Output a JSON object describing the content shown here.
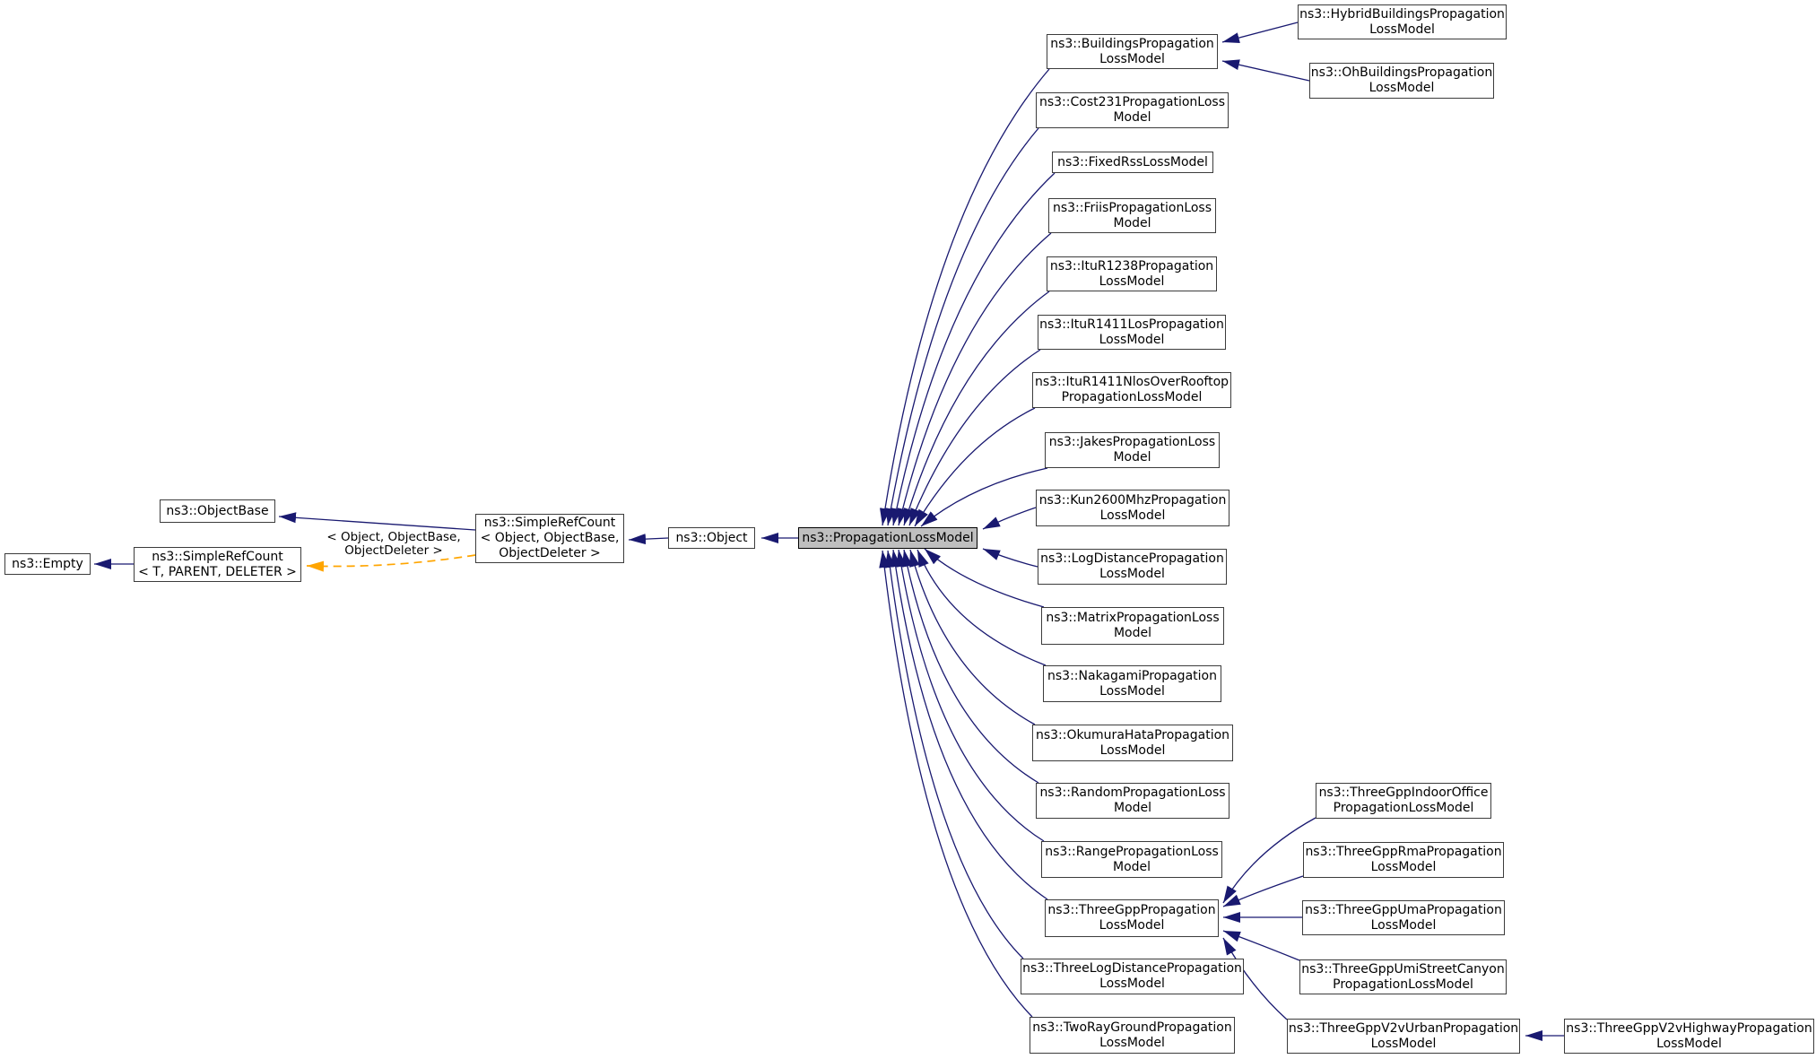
{
  "diagram": {
    "kind": "doxygen-inheritance-graph",
    "focus_class": "ns3::PropagationLossModel",
    "colors": {
      "inheritance_edge": "#191970",
      "template_edge": "#FFA500",
      "node_border": "#3c3c3c",
      "node_fill": "#ffffff",
      "focus_node_fill": "#bfbfbf",
      "text": "#000000",
      "background": "#ffffff"
    },
    "template_edge_label": "< Object, ObjectBase,\nObjectDeleter >",
    "nodes": {
      "empty": {
        "label": "ns3::Empty"
      },
      "srt": {
        "label": "ns3::SimpleRefCount\n< T, PARENT, DELETER >"
      },
      "objectbase": {
        "label": "ns3::ObjectBase"
      },
      "sro": {
        "label": "ns3::SimpleRefCount\n< Object, ObjectBase,\nObjectDeleter >"
      },
      "object": {
        "label": "ns3::Object"
      },
      "plm": {
        "label": "ns3::PropagationLossModel"
      },
      "buildings": {
        "label": "ns3::BuildingsPropagation\nLossModel"
      },
      "hybrid": {
        "label": "ns3::HybridBuildingsPropagation\nLossModel"
      },
      "ohbuildings": {
        "label": "ns3::OhBuildingsPropagation\nLossModel"
      },
      "cost231": {
        "label": "ns3::Cost231PropagationLoss\nModel"
      },
      "fixedrss": {
        "label": "ns3::FixedRssLossModel"
      },
      "friis": {
        "label": "ns3::FriisPropagationLoss\nModel"
      },
      "itur1238": {
        "label": "ns3::ItuR1238Propagation\nLossModel"
      },
      "itur1411los": {
        "label": "ns3::ItuR1411LosPropagation\nLossModel"
      },
      "itur1411nlos": {
        "label": "ns3::ItuR1411NlosOverRooftop\nPropagationLossModel"
      },
      "jakes": {
        "label": "ns3::JakesPropagationLoss\nModel"
      },
      "kun2600": {
        "label": "ns3::Kun2600MhzPropagation\nLossModel"
      },
      "logdistance": {
        "label": "ns3::LogDistancePropagation\nLossModel"
      },
      "matrix": {
        "label": "ns3::MatrixPropagationLoss\nModel"
      },
      "nakagami": {
        "label": "ns3::NakagamiPropagation\nLossModel"
      },
      "okumurahata": {
        "label": "ns3::OkumuraHataPropagation\nLossModel"
      },
      "random": {
        "label": "ns3::RandomPropagationLoss\nModel"
      },
      "range": {
        "label": "ns3::RangePropagationLoss\nModel"
      },
      "threegpp": {
        "label": "ns3::ThreeGppPropagation\nLossModel"
      },
      "threelogdistance": {
        "label": "ns3::ThreeLogDistancePropagation\nLossModel"
      },
      "tworayground": {
        "label": "ns3::TwoRayGroundPropagation\nLossModel"
      },
      "indooroffice": {
        "label": "ns3::ThreeGppIndoorOffice\nPropagationLossModel"
      },
      "rma": {
        "label": "ns3::ThreeGppRmaPropagation\nLossModel"
      },
      "uma": {
        "label": "ns3::ThreeGppUmaPropagation\nLossModel"
      },
      "umistreetcanyon": {
        "label": "ns3::ThreeGppUmiStreetCanyon\nPropagationLossModel"
      },
      "v2vurban": {
        "label": "ns3::ThreeGppV2vUrbanPropagation\nLossModel"
      },
      "v2vhighway": {
        "label": "ns3::ThreeGppV2vHighwayPropagation\nLossModel"
      }
    },
    "relations": [
      {
        "from": "ns3::HybridBuildingsPropagationLossModel",
        "to": "ns3::BuildingsPropagationLossModel",
        "type": "inheritance"
      },
      {
        "from": "ns3::OhBuildingsPropagationLossModel",
        "to": "ns3::BuildingsPropagationLossModel",
        "type": "inheritance"
      },
      {
        "from": "ns3::BuildingsPropagationLossModel",
        "to": "ns3::PropagationLossModel",
        "type": "inheritance"
      },
      {
        "from": "ns3::Cost231PropagationLossModel",
        "to": "ns3::PropagationLossModel",
        "type": "inheritance"
      },
      {
        "from": "ns3::FixedRssLossModel",
        "to": "ns3::PropagationLossModel",
        "type": "inheritance"
      },
      {
        "from": "ns3::FriisPropagationLossModel",
        "to": "ns3::PropagationLossModel",
        "type": "inheritance"
      },
      {
        "from": "ns3::ItuR1238PropagationLossModel",
        "to": "ns3::PropagationLossModel",
        "type": "inheritance"
      },
      {
        "from": "ns3::ItuR1411LosPropagationLossModel",
        "to": "ns3::PropagationLossModel",
        "type": "inheritance"
      },
      {
        "from": "ns3::ItuR1411NlosOverRooftopPropagationLossModel",
        "to": "ns3::PropagationLossModel",
        "type": "inheritance"
      },
      {
        "from": "ns3::JakesPropagationLossModel",
        "to": "ns3::PropagationLossModel",
        "type": "inheritance"
      },
      {
        "from": "ns3::Kun2600MhzPropagationLossModel",
        "to": "ns3::PropagationLossModel",
        "type": "inheritance"
      },
      {
        "from": "ns3::LogDistancePropagationLossModel",
        "to": "ns3::PropagationLossModel",
        "type": "inheritance"
      },
      {
        "from": "ns3::MatrixPropagationLossModel",
        "to": "ns3::PropagationLossModel",
        "type": "inheritance"
      },
      {
        "from": "ns3::NakagamiPropagationLossModel",
        "to": "ns3::PropagationLossModel",
        "type": "inheritance"
      },
      {
        "from": "ns3::OkumuraHataPropagationLossModel",
        "to": "ns3::PropagationLossModel",
        "type": "inheritance"
      },
      {
        "from": "ns3::RandomPropagationLossModel",
        "to": "ns3::PropagationLossModel",
        "type": "inheritance"
      },
      {
        "from": "ns3::RangePropagationLossModel",
        "to": "ns3::PropagationLossModel",
        "type": "inheritance"
      },
      {
        "from": "ns3::ThreeGppPropagationLossModel",
        "to": "ns3::PropagationLossModel",
        "type": "inheritance"
      },
      {
        "from": "ns3::ThreeLogDistancePropagationLossModel",
        "to": "ns3::PropagationLossModel",
        "type": "inheritance"
      },
      {
        "from": "ns3::TwoRayGroundPropagationLossModel",
        "to": "ns3::PropagationLossModel",
        "type": "inheritance"
      },
      {
        "from": "ns3::ThreeGppIndoorOfficePropagationLossModel",
        "to": "ns3::ThreeGppPropagationLossModel",
        "type": "inheritance"
      },
      {
        "from": "ns3::ThreeGppRmaPropagationLossModel",
        "to": "ns3::ThreeGppPropagationLossModel",
        "type": "inheritance"
      },
      {
        "from": "ns3::ThreeGppUmaPropagationLossModel",
        "to": "ns3::ThreeGppPropagationLossModel",
        "type": "inheritance"
      },
      {
        "from": "ns3::ThreeGppUmiStreetCanyonPropagationLossModel",
        "to": "ns3::ThreeGppPropagationLossModel",
        "type": "inheritance"
      },
      {
        "from": "ns3::ThreeGppV2vUrbanPropagationLossModel",
        "to": "ns3::ThreeGppPropagationLossModel",
        "type": "inheritance"
      },
      {
        "from": "ns3::ThreeGppV2vHighwayPropagationLossModel",
        "to": "ns3::ThreeGppV2vUrbanPropagationLossModel",
        "type": "inheritance"
      },
      {
        "from": "ns3::PropagationLossModel",
        "to": "ns3::Object",
        "type": "inheritance"
      },
      {
        "from": "ns3::Object",
        "to": "ns3::SimpleRefCount< Object, ObjectBase, ObjectDeleter >",
        "type": "inheritance"
      },
      {
        "from": "ns3::SimpleRefCount< Object, ObjectBase, ObjectDeleter >",
        "to": "ns3::ObjectBase",
        "type": "inheritance"
      },
      {
        "from": "ns3::SimpleRefCount< Object, ObjectBase, ObjectDeleter >",
        "to": "ns3::SimpleRefCount< T, PARENT, DELETER >",
        "type": "template-instantiation",
        "label": "< Object, ObjectBase, ObjectDeleter >"
      },
      {
        "from": "ns3::SimpleRefCount< T, PARENT, DELETER >",
        "to": "ns3::Empty",
        "type": "inheritance"
      }
    ]
  }
}
